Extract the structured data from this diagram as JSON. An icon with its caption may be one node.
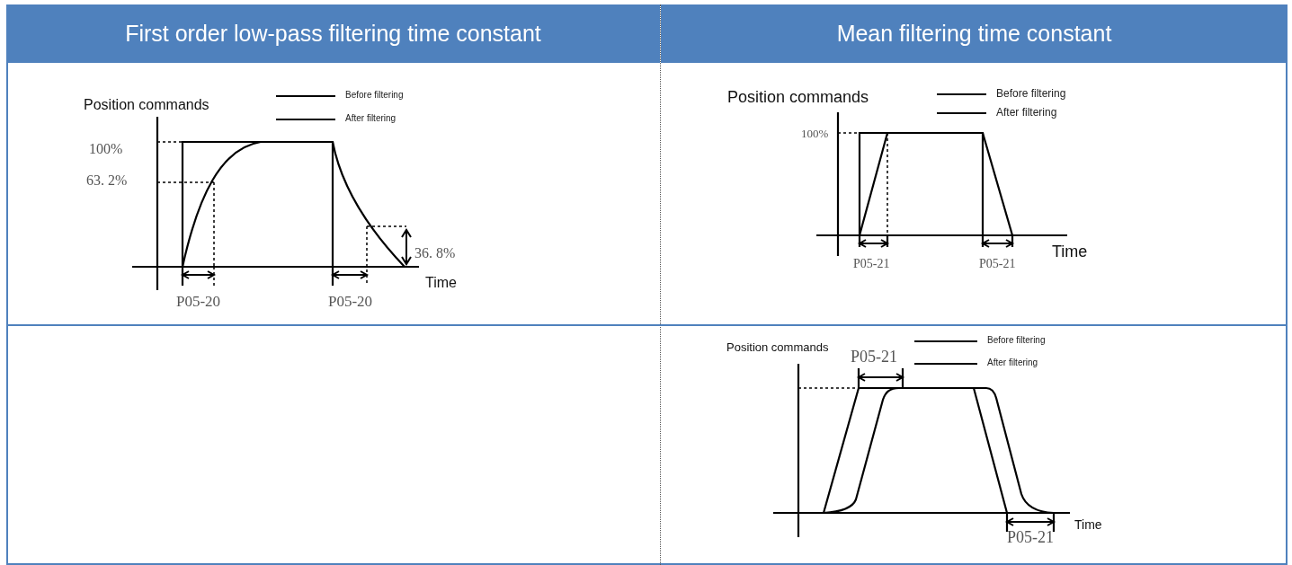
{
  "diagram": {
    "labels": [
      "First order low-pass filtering time constant",
      "Mean filtering time constant",
      "Position commands",
      "100%",
      "63. 2%",
      "36. 8%",
      "Time",
      "P05-20",
      "P05-20",
      "Position commands",
      "100%",
      "Time",
      "P05-21",
      "P05-21",
      "Position commands",
      "P05-21",
      "Time",
      "P05-21"
    ],
    "legend": [
      {
        "text": "Before filtering"
      },
      {
        "text": "After filtering"
      },
      {
        "text": "Before filtering"
      },
      {
        "text": "After filtering"
      },
      {
        "text": "Before filtering"
      },
      {
        "text": "After filtering"
      }
    ]
  }
}
